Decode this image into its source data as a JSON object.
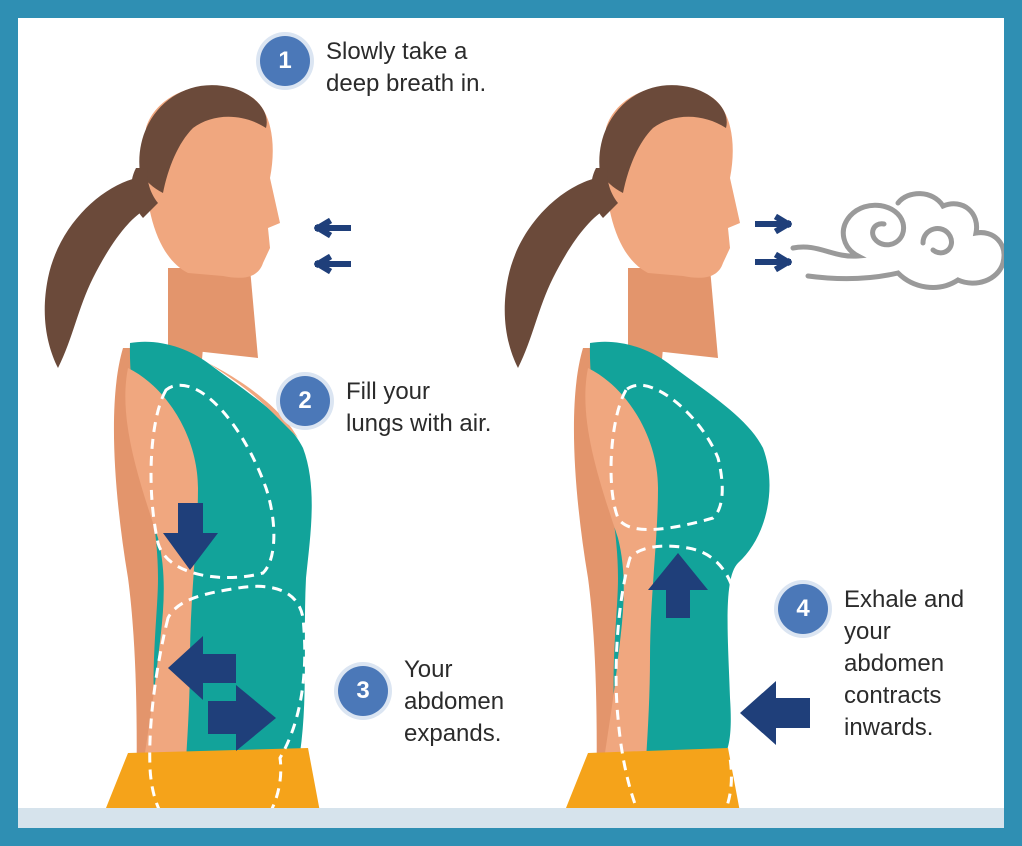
{
  "steps": [
    {
      "number": "1",
      "text": "Slowly take a\ndeep breath in."
    },
    {
      "number": "2",
      "text": "Fill your\nlungs with air."
    },
    {
      "number": "3",
      "text": "Your\nabdomen\nexpands."
    },
    {
      "number": "4",
      "text": "Exhale and\nyour\nabdomen\ncontracts\ninwards."
    }
  ],
  "colors": {
    "border": "#2f8fb3",
    "badge": "#4b78b8",
    "skin": "#f0a77f",
    "skin_shadow": "#e3956c",
    "hair": "#6b4a3a",
    "top": "#12a39a",
    "pants": "#f5a31a",
    "arrow": "#1f3f7a",
    "cloud": "#9a9a9a"
  },
  "icons": [
    "inhale-arrow-icon",
    "exhale-arrow-icon",
    "breath-cloud-icon",
    "down-arrow-icon",
    "up-arrow-icon",
    "left-arrow-icon",
    "right-arrow-icon"
  ]
}
